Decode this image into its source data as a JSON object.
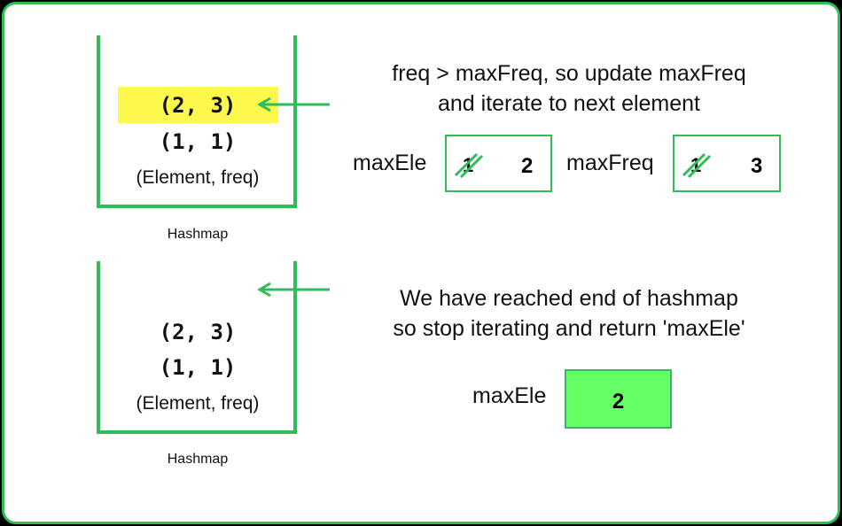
{
  "colors": {
    "accent_green": "#2fbd5a",
    "highlight_yellow": "#fef84c",
    "result_green": "#66ff66",
    "background": "#000000"
  },
  "step1": {
    "hashmap": {
      "entries": [
        "(2, 3)",
        "(1, 1)"
      ],
      "highlighted_entry": "(2, 3)",
      "header": "(Element, freq)",
      "caption": "Hashmap"
    },
    "message_line1": "freq > maxFreq, so update maxFreq",
    "message_line2": "and iterate to next element",
    "max_ele": {
      "label": "maxEle",
      "old_value": "1",
      "new_value": "2"
    },
    "max_freq": {
      "label": "maxFreq",
      "old_value": "1",
      "new_value": "3"
    }
  },
  "step2": {
    "hashmap": {
      "entries": [
        "(2, 3)",
        "(1, 1)"
      ],
      "header": "(Element, freq)",
      "caption": "Hashmap"
    },
    "message_line1": "We have reached end of hashmap",
    "message_line2": "so stop iterating and return 'maxEle'",
    "result": {
      "label": "maxEle",
      "value": "2"
    }
  }
}
